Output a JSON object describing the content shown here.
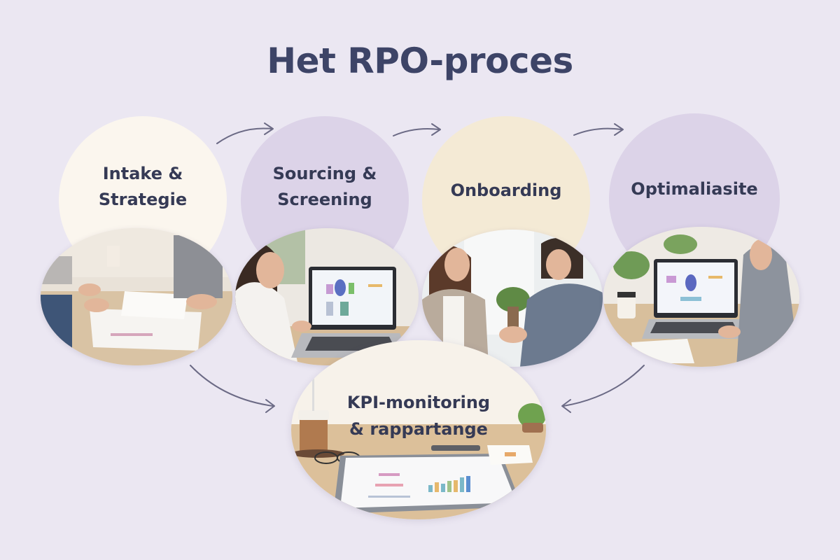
{
  "title": "Het RPO-proces",
  "colors": {
    "background": "#ebe7f2",
    "title": "#3d4467",
    "label": "#353a55",
    "cream": "#fbf6ee",
    "lavender": "#dcd3e8",
    "butter": "#f4ead5",
    "arrow": "#6b6a85"
  },
  "steps": [
    {
      "label_line1": "Intake &",
      "label_line2": "Strategie",
      "bubble_color": "cream",
      "photo": "team meeting with documents at table"
    },
    {
      "label_line1": "Sourcing &",
      "label_line2": "Screening",
      "bubble_color": "lavender",
      "photo": "woman working on laptop with dashboard"
    },
    {
      "label_line1": "Onboarding",
      "label_line2": "",
      "bubble_color": "butter",
      "photo": "handshake between woman and man"
    },
    {
      "label_line1": "Optimaliasite",
      "label_line2": "",
      "bubble_color": "lavender",
      "photo": "man working on laptop with charts"
    }
  ],
  "final_step": {
    "label_line1": "KPI-monitoring",
    "label_line2": "& rappartange",
    "photo": "desk with coffee cup, glasses and report clipboard"
  },
  "arrows": [
    {
      "from": "Intake & Strategie",
      "to": "Sourcing & Screening"
    },
    {
      "from": "Sourcing & Screening",
      "to": "Onboarding"
    },
    {
      "from": "Onboarding",
      "to": "Optimaliasite"
    },
    {
      "from": "Intake & Strategie",
      "to": "KPI-monitoring & rappartange"
    },
    {
      "from": "Optimaliasite",
      "to": "KPI-monitoring & rappartange"
    }
  ]
}
